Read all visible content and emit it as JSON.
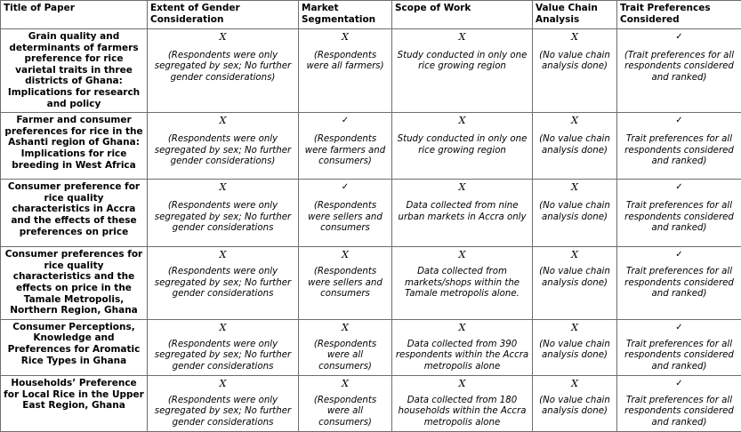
{
  "table": {
    "columns": [
      "Title of Paper",
      "Extent of Gender Consideration",
      "Market Segmentation",
      "Scope of Work",
      "Value Chain Analysis",
      "Trait Preferences Considered"
    ],
    "marks": {
      "cross": "✗",
      "check": "✓"
    },
    "rows": [
      {
        "title": "Grain quality and determinants of farmers preference for rice varietal traits in three districts of Ghana: Implications for research and policy",
        "gender": {
          "mark": "X",
          "note": "(Respondents were only segregated by sex; No further gender considerations)"
        },
        "market": {
          "mark": "X",
          "note": "(Respondents were all farmers)"
        },
        "scope": {
          "mark": "X",
          "note": "Study conducted in only one rice growing region"
        },
        "vca": {
          "mark": "X",
          "note": "(No value chain analysis done)"
        },
        "traits": {
          "mark": "✓",
          "note": "(Trait preferences for all respondents considered and ranked)"
        }
      },
      {
        "title": "Farmer and consumer preferences for rice in the Ashanti region of Ghana: Implications for rice breeding in West Africa",
        "gender": {
          "mark": "X",
          "note": "(Respondents were only segregated by sex; No further gender considerations)"
        },
        "market": {
          "mark": "✓",
          "note": "(Respondents were farmers and consumers)"
        },
        "scope": {
          "mark": "X",
          "note": "Study conducted in only one rice growing region"
        },
        "vca": {
          "mark": "X",
          "note": "(No value chain analysis done)"
        },
        "traits": {
          "mark": "✓",
          "note": "Trait preferences for all respondents considered and ranked)"
        }
      },
      {
        "title": "Consumer preference for rice quality characteristics in Accra and the effects of these preferences on price",
        "gender": {
          "mark": "X",
          "note": "(Respondents were only segregated by sex; No further gender considerations"
        },
        "market": {
          "mark": "✓",
          "note": "(Respondents were sellers and consumers"
        },
        "scope": {
          "mark": "X",
          "note": "Data collected from nine urban markets in Accra only"
        },
        "vca": {
          "mark": "X",
          "note": "(No value chain analysis done)"
        },
        "traits": {
          "mark": "✓",
          "note": "Trait preferences for all respondents considered and ranked)"
        }
      },
      {
        "title": "Consumer preferences for rice quality characteristics and the effects on price in the Tamale Metropolis, Northern Region, Ghana",
        "gender": {
          "mark": "X",
          "note": "(Respondents were only segregated by sex; No further gender considerations"
        },
        "market": {
          "mark": "X",
          "note": "(Respondents were sellers and consumers"
        },
        "scope": {
          "mark": "X",
          "note": "Data collected from markets/shops within the Tamale metropolis alone."
        },
        "vca": {
          "mark": "X",
          "note": "(No value chain analysis done)"
        },
        "traits": {
          "mark": "✓",
          "note": "Trait preferences for all respondents considered and ranked)"
        }
      },
      {
        "title": "Consumer Perceptions, Knowledge and Preferences for Aromatic Rice Types in Ghana",
        "gender": {
          "mark": "X",
          "note": "(Respondents were only segregated by sex; No further gender considerations"
        },
        "market": {
          "mark": "X",
          "note": "(Respondents were all consumers)"
        },
        "scope": {
          "mark": "X",
          "note": "Data collected from 390 respondents within the Accra metropolis alone"
        },
        "vca": {
          "mark": "X",
          "note": "(No value chain analysis done)"
        },
        "traits": {
          "mark": "✓",
          "note": "Trait preferences for all respondents considered and ranked)"
        }
      },
      {
        "title": "Households’ Preference for Local Rice in the Upper East Region, Ghana",
        "gender": {
          "mark": "X",
          "note": "(Respondents were only segregated by sex; No further gender considerations"
        },
        "market": {
          "mark": "X",
          "note": "(Respondents were all consumers)"
        },
        "scope": {
          "mark": "X",
          "note": "Data collected from 180 households within the Accra metropolis alone"
        },
        "vca": {
          "mark": "X",
          "note": "(No value chain analysis done)"
        },
        "traits": {
          "mark": "✓",
          "note": "Trait preferences for all respondents considered and ranked)"
        }
      }
    ]
  }
}
